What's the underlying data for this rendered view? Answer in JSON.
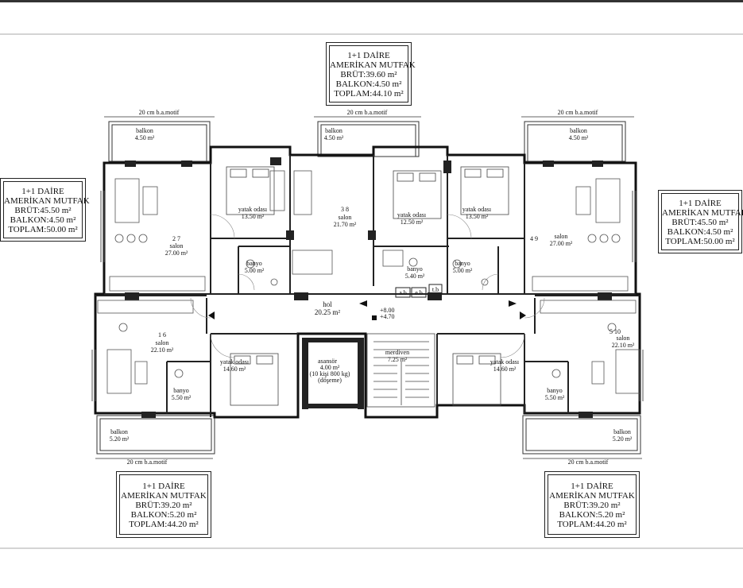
{
  "info_boxes": {
    "top": {
      "line1": "1+1 DAİRE",
      "line2": "AMERİKAN MUTFAK",
      "line3": "BRÜT:39.60 m²",
      "line4": "BALKON:4.50 m²",
      "line5": "TOPLAM:44.10 m²"
    },
    "left": {
      "line1": "1+1 DAİRE",
      "line2": "AMERİKAN MUTFAK",
      "line3": "BRÜT:45.50 m²",
      "line4": "BALKON:4.50 m²",
      "line5": "TOPLAM:50.00 m²"
    },
    "right": {
      "line1": "1+1 DAİRE",
      "line2": "AMERİKAN MUTFAK",
      "line3": "BRÜT:45.50 m²",
      "line4": "BALKON:4.50 m²",
      "line5": "TOPLAM:50.00 m²"
    },
    "bottom_left": {
      "line1": "1+1 DAİRE",
      "line2": "AMERİKAN MUTFAK",
      "line3": "BRÜT:39.20 m²",
      "line4": "BALKON:5.20 m²",
      "line5": "TOPLAM:44.20 m²"
    },
    "bottom_right": {
      "line1": "1+1 DAİRE",
      "line2": "AMERİKAN MUTFAK",
      "line3": "BRÜT:39.20 m²",
      "line4": "BALKON:5.20 m²",
      "line5": "TOPLAM:44.20 m²"
    }
  },
  "dimension_labels": {
    "motif_tl": "20 cm b.a.motif",
    "motif_tc": "20 cm b.a.motif",
    "motif_tr": "20 cm b.a.motif",
    "motif_bl": "20 cm b.a.motif",
    "motif_br": "20 cm b.a.motif"
  },
  "rooms": {
    "balkon_tl": {
      "name": "balkon",
      "area": "4.50 m²"
    },
    "balkon_tc": {
      "name": "balkon",
      "area": "4.50 m²"
    },
    "balkon_tr": {
      "name": "balkon",
      "area": "4.50 m²"
    },
    "balkon_bl": {
      "name": "balkon",
      "area": "5.20 m²"
    },
    "balkon_br": {
      "name": "balkon",
      "area": "5.20 m²"
    },
    "salon_27": {
      "num": "2 7",
      "name": "salon",
      "area": "27.00 m²"
    },
    "salon_38": {
      "num": "3 8",
      "name": "salon",
      "area": "21.70 m²"
    },
    "salon_49": {
      "num": "4 9",
      "name": "salon",
      "area": "27.00 m²"
    },
    "salon_16": {
      "num": "1 6",
      "name": "salon",
      "area": "22.10 m²"
    },
    "salon_510": {
      "num": "5 10",
      "name": "salon",
      "area": "22.10 m²"
    },
    "yatak_tl": {
      "name": "yatak odası",
      "area": "13.50 m²"
    },
    "yatak_tc": {
      "name": "yatak odası",
      "area": "12.50 m²"
    },
    "yatak_tr": {
      "name": "yatak odası",
      "area": "13.50 m²"
    },
    "yatak_bl": {
      "name": "yatak odası",
      "area": "14.60 m²"
    },
    "yatak_br": {
      "name": "yatak odası",
      "area": "14.60 m²"
    },
    "banyo_tl": {
      "name": "banyo",
      "area": "5.00 m²"
    },
    "banyo_tc": {
      "name": "banyo",
      "area": "5.40 m²"
    },
    "banyo_tr": {
      "name": "banyo",
      "area": "5.00 m²"
    },
    "banyo_bl": {
      "name": "banyo",
      "area": "5.50 m²"
    },
    "banyo_br": {
      "name": "banyo",
      "area": "5.50 m²"
    },
    "hol": {
      "name": "hol",
      "area": "20.25 m²"
    },
    "merdiven": {
      "name": "merdiven",
      "area": "7.25 m²"
    },
    "asansor": {
      "name": "asansör",
      "area": "4.00 m²",
      "note1": "(10 kişi 800 kg)",
      "note2": "(döşeme)"
    },
    "ab": {
      "name": "a.b"
    },
    "eb": {
      "name": "e.b"
    },
    "tb": {
      "name": "t.b"
    }
  },
  "levels": {
    "upper": "+8.00",
    "lower": "+4.70"
  }
}
